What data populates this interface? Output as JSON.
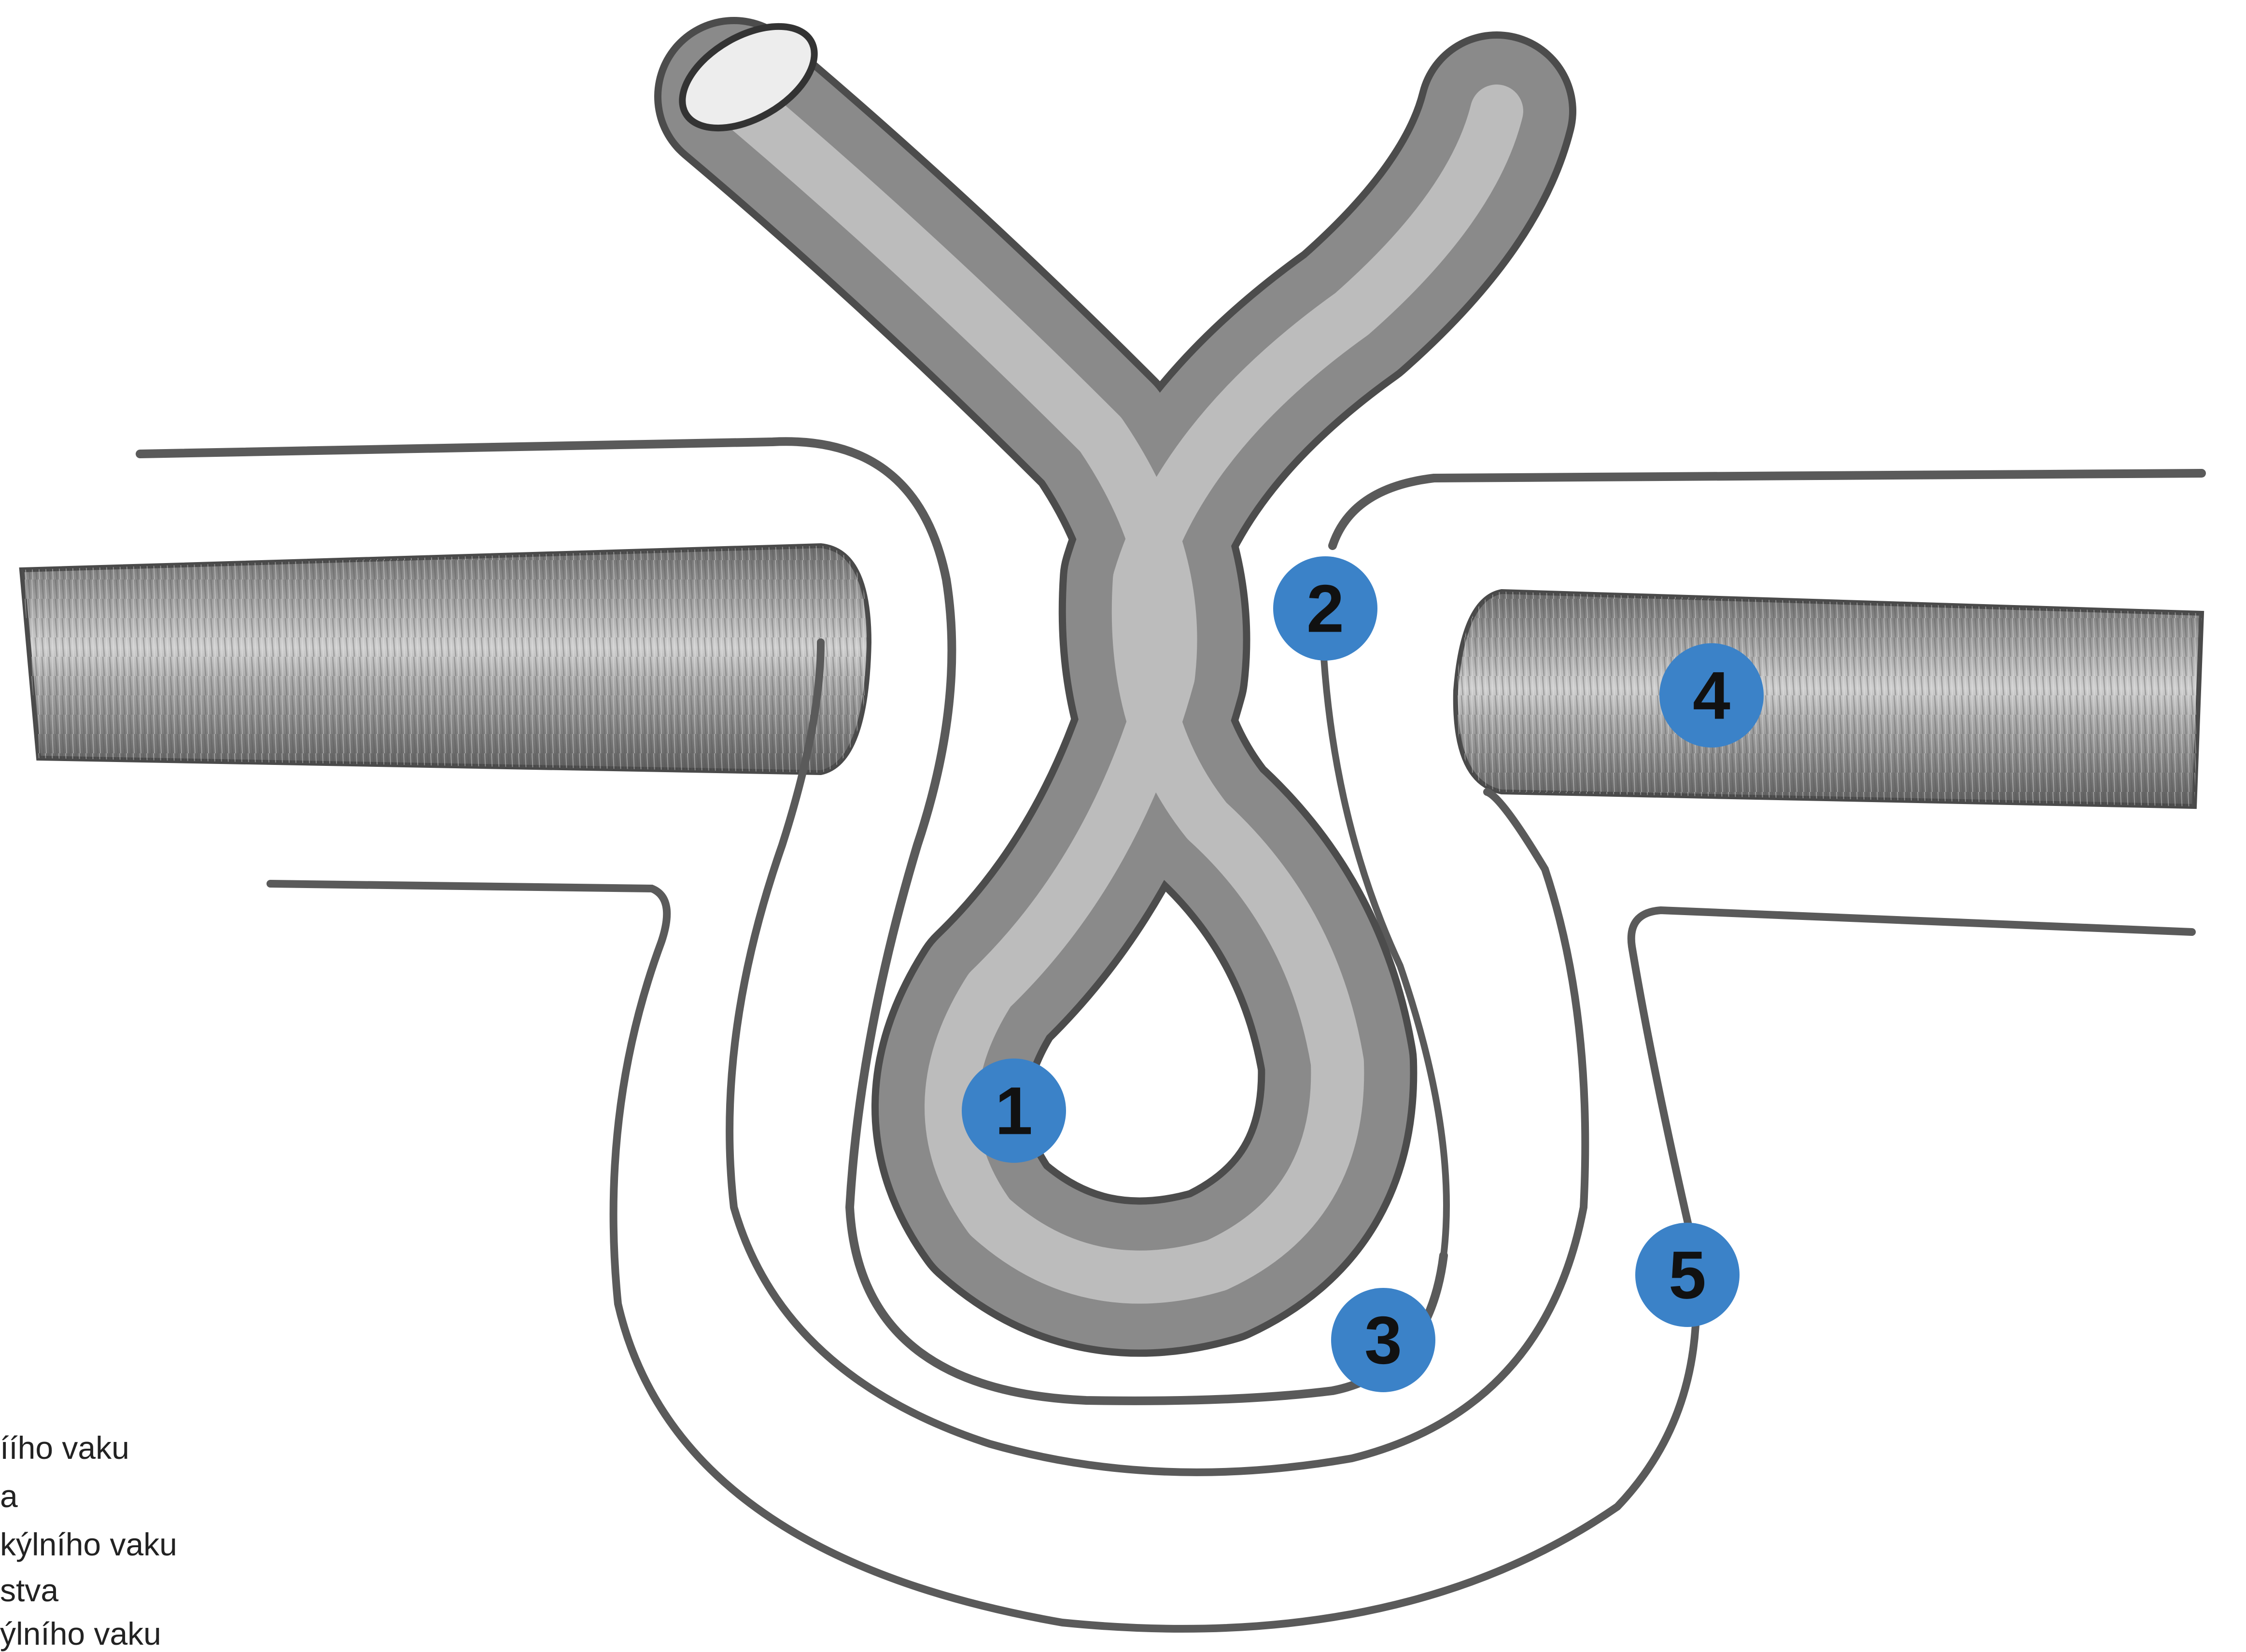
{
  "diagram": {
    "markers": [
      {
        "label": "1"
      },
      {
        "label": "2"
      },
      {
        "label": "3"
      },
      {
        "label": "4"
      },
      {
        "label": "5"
      }
    ],
    "legend": [
      "íího vaku",
      "a",
      "kýlního vaku",
      "stva",
      "ýlního vaku"
    ],
    "colors": {
      "marker": "#3b82c8",
      "label": "#111111",
      "line": "#5a5a5a",
      "texture_dark": "#6e6e6e",
      "texture_light": "#d4d4d4"
    }
  }
}
